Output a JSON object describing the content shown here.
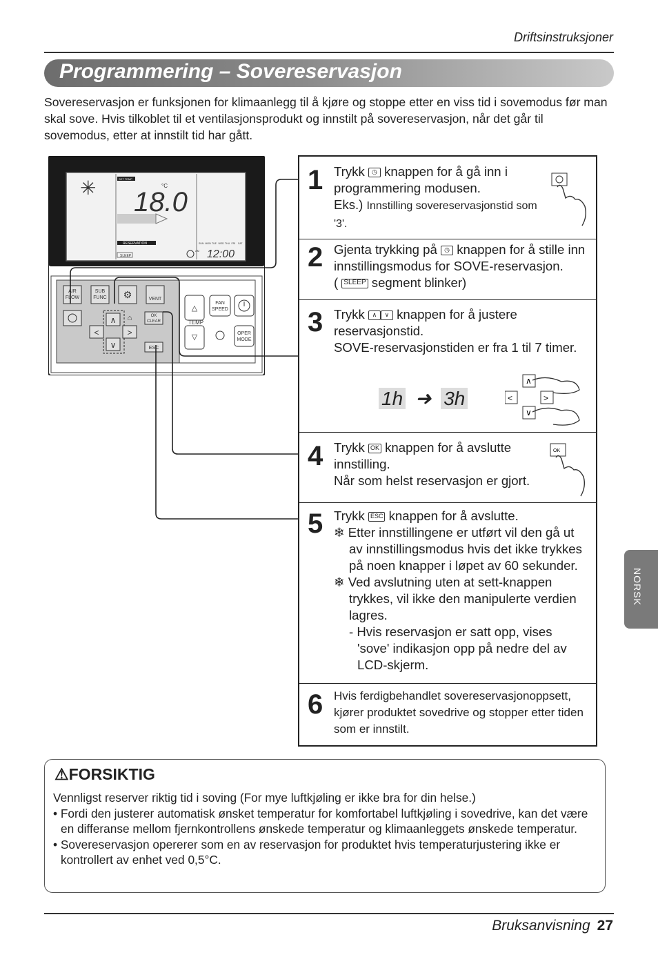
{
  "header": {
    "section": "Driftsinstruksjoner"
  },
  "banner": {
    "title": "Programmering – Sovereservasjon"
  },
  "intro": {
    "text": "Sovereservasjon er funksjonen for klimaanlegg til å kjøre og stoppe etter en viss tid i sovemodus før man skal sove. Hvis tilkoblet til et ventilasjonsprodukt og innstilt på sovereservasjon, når det går til sovemodus, etter at innstilt tid har gått."
  },
  "remote": {
    "lcd": {
      "set_temp": "SET TEMP",
      "temp": "18.0",
      "unit": "°C",
      "reservation": "RESERVATION",
      "sleep": "SLEEP",
      "am": "AM",
      "clock": "12:00",
      "days": [
        "SUN",
        "MON",
        "TUE",
        "WED",
        "THU",
        "FRI",
        "SAT"
      ]
    },
    "buttons": {
      "air_flow_1": "AIR",
      "air_flow_2": "FLOW",
      "sub_func_1": "SUB",
      "sub_func_2": "FUNC",
      "vent": "VENT",
      "ok": "OK",
      "clear": "CLEAR",
      "esc": "ESC",
      "fan_1": "FAN",
      "fan_2": "SPEED",
      "temp": "TEMP",
      "oper_1": "OPER",
      "oper_2": "MODE"
    }
  },
  "steps": [
    {
      "num": "1",
      "pre": "Trykk",
      "post": "knappen for å gå inn i programmering modusen.",
      "eks_label": "Eks.)",
      "eks": "Innstilling sovereservasjonstid som '3'."
    },
    {
      "num": "2",
      "pre": "Gjenta trykking på",
      "post": "knappen for å stille inn innstillingsmodus for SOVE-reservasjon.",
      "paren_open": "(",
      "sleep_icon": "SLEEP",
      "paren_text": "segment blinker)"
    },
    {
      "num": "3",
      "pre": "Trykk",
      "post": "knappen for å justere reservasjonstid.",
      "line2": "SOVE-reservasjonstiden er fra 1 til 7 timer.",
      "from": "1h",
      "to": "3h"
    },
    {
      "num": "4",
      "pre": "Trykk",
      "post": "knappen for å avslutte",
      "line_b": "innstilling.",
      "line2": "Når som helst reservasjon er gjort."
    },
    {
      "num": "5",
      "pre": "Trykk",
      "post": "knappen for å avslutte.",
      "notes": [
        "Etter innstillingene er utført vil den gå ut av innstillingsmodus hvis det ikke trykkes på noen knapper i løpet av 60 sekunder.",
        "Ved avslutning uten at sett-knappen trykkes, vil ikke den manipulerte verdien lagres."
      ],
      "subnote": "- Hvis reservasjon er satt opp, vises 'sove' indikasjon opp på nedre del av LCD-skjerm."
    },
    {
      "num": "6",
      "text": "Hvis ferdigbehandlet sovereservasjonoppsett, kjører produktet sovedrive og stopper etter tiden som er innstilt."
    }
  ],
  "caution": {
    "title": "FORSIKTIG",
    "lead": "Vennligst reserver riktig tid i soving (For mye luftkjøling er ikke bra for din helse.)",
    "bullets": [
      "• Fordi den justerer automatisk ønsket temperatur for komfortabel luftkjøling i sovedrive, kan det være en differanse mellom fjernkontrollens ønskede temperatur og klimaanleggets ønskede temperatur.",
      "• Sovereservasjon opererer som en av reservasjon for produktet hvis temperaturjustering ikke er kontrollert av enhet ved 0,5°C."
    ]
  },
  "side_tab": {
    "label": "NORSK"
  },
  "footer": {
    "label": "Bruksanvisning",
    "page": "27"
  }
}
